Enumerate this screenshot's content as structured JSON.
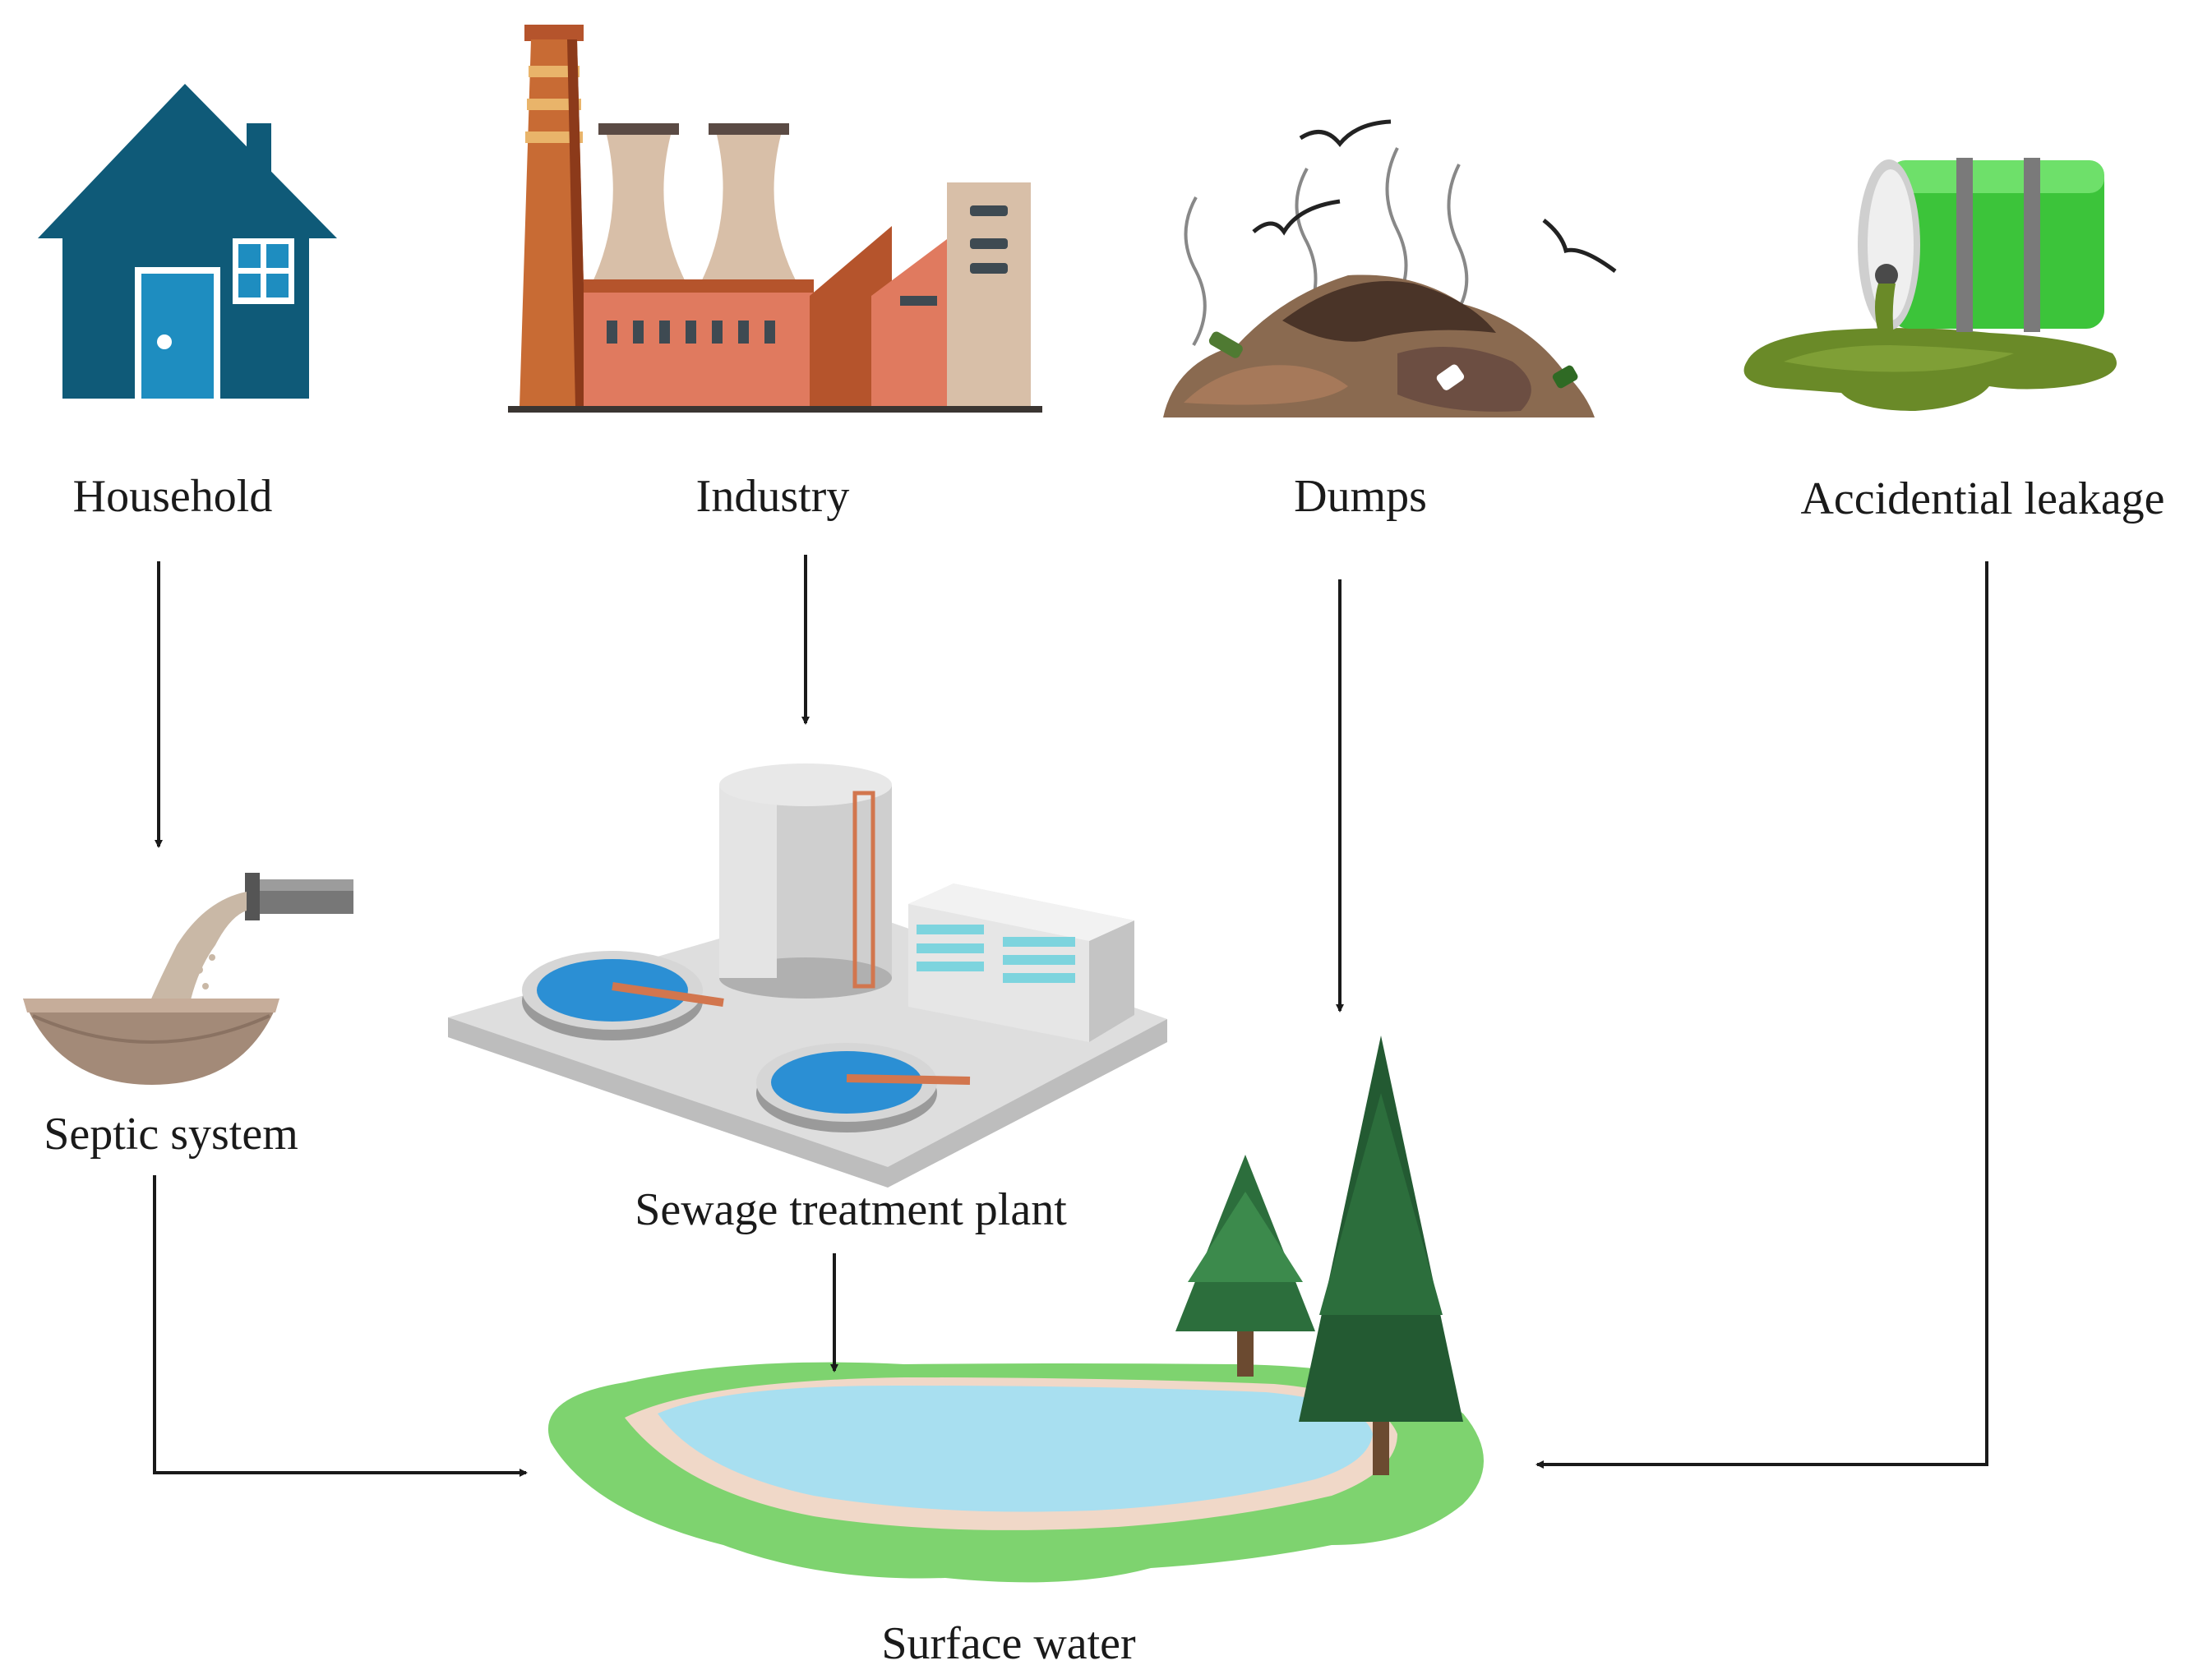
{
  "nodes": {
    "household": {
      "label": "Household",
      "icon": "house-icon"
    },
    "industry": {
      "label": "Industry",
      "icon": "factory-icon"
    },
    "dumps": {
      "label": "Dumps",
      "icon": "garbage-dump-icon"
    },
    "leakage": {
      "label": "Accidential leakage",
      "icon": "leaking-barrel-icon"
    },
    "septic": {
      "label": "Septic system",
      "icon": "septic-pipe-icon"
    },
    "sewage": {
      "label": "Sewage treatment plant",
      "icon": "treatment-plant-icon"
    },
    "surface": {
      "label": "Surface water",
      "icon": "lake-with-trees-icon"
    }
  },
  "edges": [
    {
      "from": "household",
      "to": "septic"
    },
    {
      "from": "industry",
      "to": "sewage"
    },
    {
      "from": "dumps",
      "to": "surface"
    },
    {
      "from": "leakage",
      "to": "surface"
    },
    {
      "from": "septic",
      "to": "surface"
    },
    {
      "from": "sewage",
      "to": "surface"
    }
  ],
  "colors": {
    "house": "#0f5a78",
    "factory_brick": "#e07a5f",
    "factory_dark": "#b5542c",
    "barrel": "#3cc43a",
    "spill": "#6a8a28",
    "water": "#a8dff0",
    "grass": "#7ed36f",
    "tree": "#2c6e3c"
  }
}
